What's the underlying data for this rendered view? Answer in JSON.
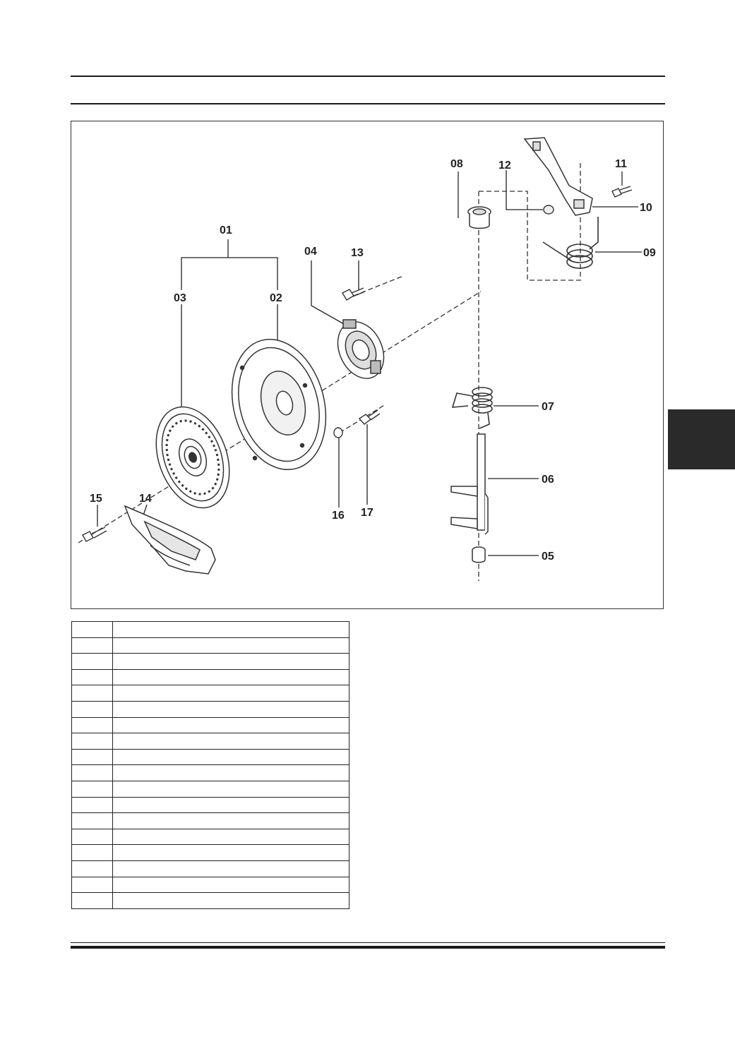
{
  "diagram": {
    "labels": {
      "p01": "01",
      "p02": "02",
      "p03": "03",
      "p04": "04",
      "p05": "05",
      "p06": "06",
      "p07": "07",
      "p08": "08",
      "p09": "09",
      "p10": "10",
      "p11": "11",
      "p12": "12",
      "p13": "13",
      "p14": "14",
      "p15": "15",
      "p16": "16",
      "p17": "17"
    }
  },
  "parts_table": {
    "rows": [
      {
        "num": "",
        "desc": ""
      },
      {
        "num": "",
        "desc": ""
      },
      {
        "num": "",
        "desc": ""
      },
      {
        "num": "",
        "desc": ""
      },
      {
        "num": "",
        "desc": ""
      },
      {
        "num": "",
        "desc": ""
      },
      {
        "num": "",
        "desc": ""
      },
      {
        "num": "",
        "desc": ""
      },
      {
        "num": "",
        "desc": ""
      },
      {
        "num": "",
        "desc": ""
      },
      {
        "num": "",
        "desc": ""
      },
      {
        "num": "",
        "desc": ""
      },
      {
        "num": "",
        "desc": ""
      },
      {
        "num": "",
        "desc": ""
      },
      {
        "num": "",
        "desc": ""
      },
      {
        "num": "",
        "desc": ""
      },
      {
        "num": "",
        "desc": ""
      },
      {
        "num": "",
        "desc": ""
      }
    ]
  }
}
